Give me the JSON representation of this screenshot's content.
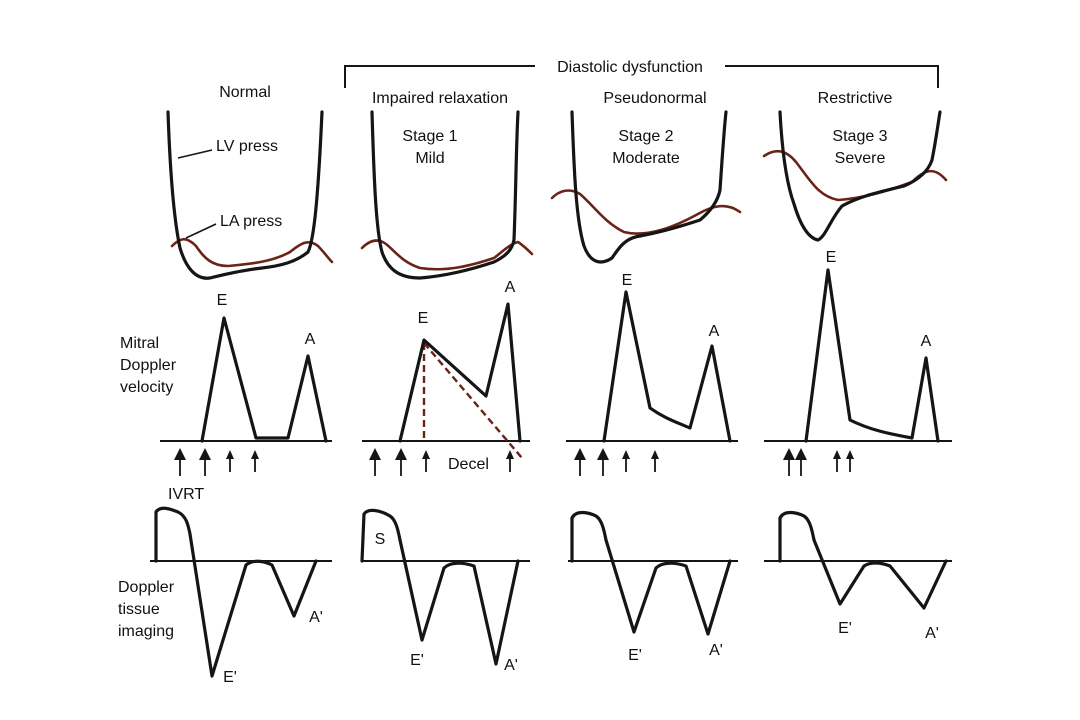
{
  "header": {
    "group_label": "Diastolic dysfunction"
  },
  "columns": [
    {
      "title": "Normal",
      "stage": "",
      "severity": ""
    },
    {
      "title": "Impaired relaxation",
      "stage": "Stage 1",
      "severity": "Mild"
    },
    {
      "title": "Pseudonormal",
      "stage": "Stage 2",
      "severity": "Moderate"
    },
    {
      "title": "Restrictive",
      "stage": "Stage 3",
      "severity": "Severe"
    }
  ],
  "pressure_labels": {
    "lv": "LV press",
    "la": "LA press"
  },
  "mitral": {
    "row_label": [
      "Mitral",
      "Doppler",
      "velocity"
    ],
    "peak_e": "E",
    "peak_a": "A",
    "decel_label": "Decel",
    "ivrt_label": "IVRT"
  },
  "tissue": {
    "row_label": [
      "Doppler",
      "tissue",
      "imaging"
    ],
    "s_label": "S",
    "e_prime": "E'",
    "a_prime": "A'"
  },
  "colors": {
    "trace": "#151515",
    "la_pressure": "#6b2318"
  }
}
